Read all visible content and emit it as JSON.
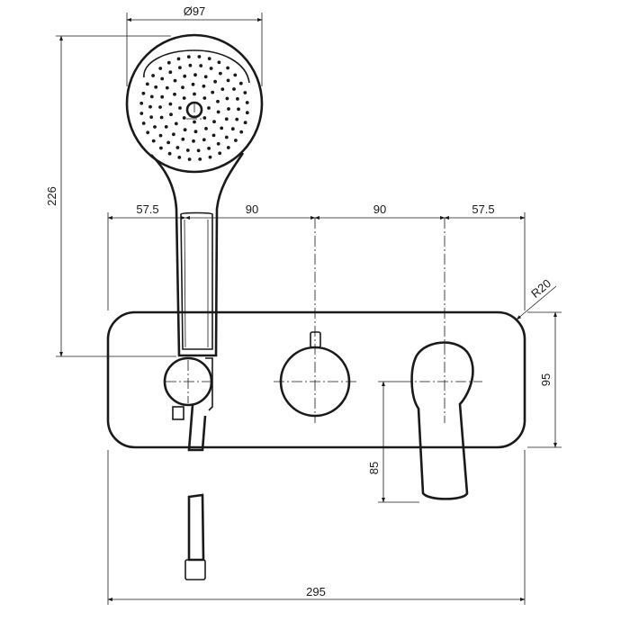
{
  "dimensions": {
    "head_diameter": "Ø97",
    "total_height": "226",
    "spacing_1": "57.5",
    "spacing_2": "90",
    "spacing_3": "90",
    "spacing_4": "57.5",
    "corner_radius": "R20",
    "plate_height": "95",
    "spout_drop": "85",
    "total_width": "295"
  },
  "colors": {
    "line": "#1a1a1a",
    "background": "#ffffff"
  }
}
